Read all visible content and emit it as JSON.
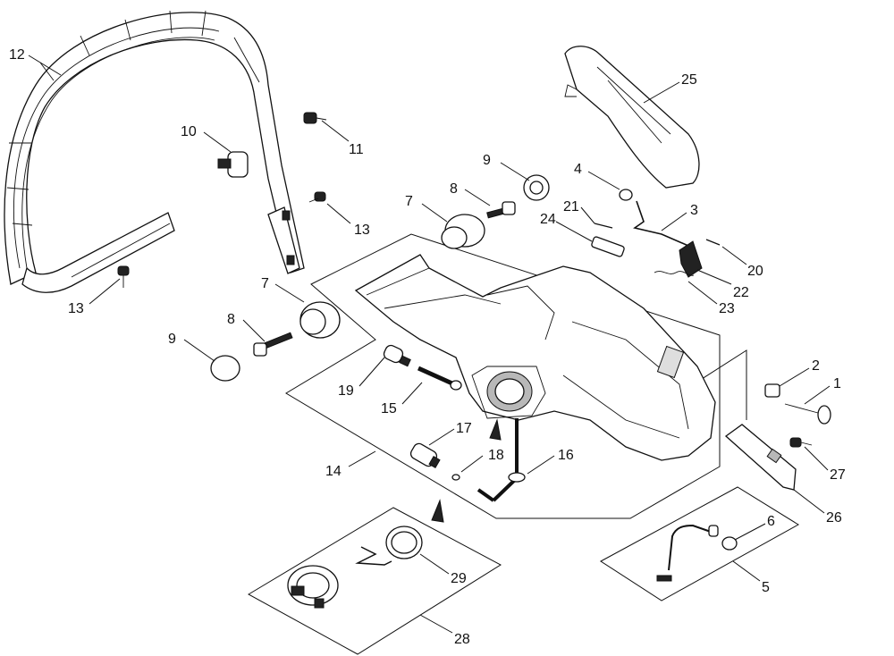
{
  "labels": {
    "p1": "1",
    "p2": "2",
    "p3": "3",
    "p4": "4",
    "p5": "5",
    "p6": "6",
    "p7a": "7",
    "p7b": "7",
    "p8a": "8",
    "p8b": "8",
    "p9a": "9",
    "p9b": "9",
    "p10": "10",
    "p11": "11",
    "p12": "12",
    "p13a": "13",
    "p13b": "13",
    "p14": "14",
    "p15": "15",
    "p16": "16",
    "p17": "17",
    "p18": "18",
    "p19": "19",
    "p20": "20",
    "p21": "21",
    "p22": "22",
    "p23": "23",
    "p24": "24",
    "p25": "25",
    "p26": "26",
    "p27": "27",
    "p28": "28",
    "p29": "29"
  }
}
